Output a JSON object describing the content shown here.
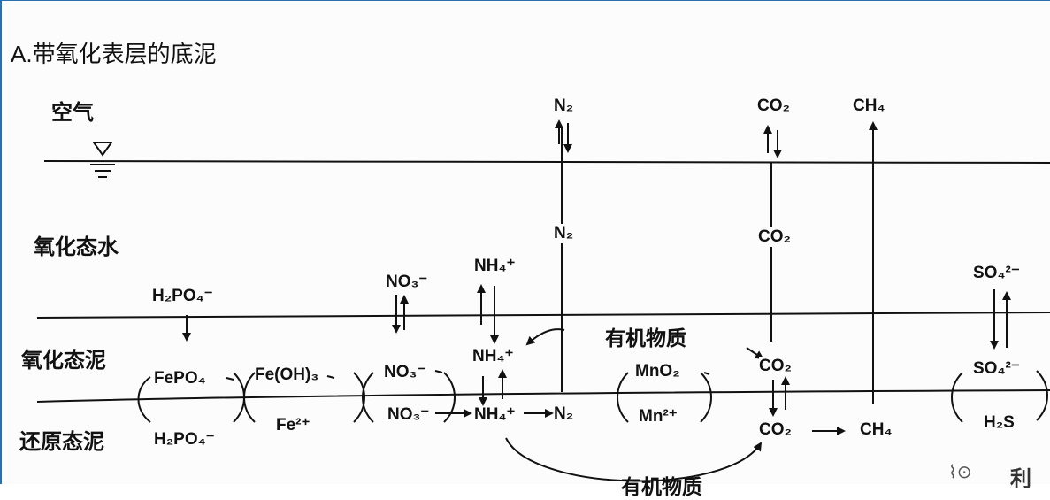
{
  "title": "A.带氧化表层的底泥",
  "zones": {
    "air": "空气",
    "oxidized_water": "氧化态水",
    "oxidized_mud": "氧化态泥",
    "reduced_mud": "还原态泥"
  },
  "species": {
    "n2_air": "N₂",
    "co2_air": "CO₂",
    "ch4_air": "CH₄",
    "n2_water": "N₂",
    "co2_water": "CO₂",
    "h2po4_water": "H₂PO₄⁻",
    "no3_water": "NO₃⁻",
    "nh4_water": "NH₄⁺",
    "so4_water": "SO₄²⁻",
    "organic_oxidized": "有机物质",
    "fepo4": "FePO₄",
    "feoh3": "Fe(OH)₃",
    "no3_oxmud": "NO₃⁻",
    "nh4_oxmud": "NH₄⁺",
    "mno2": "MnO₂",
    "co2_oxmud": "CO₂",
    "so4_oxmud": "SO₄²⁻",
    "h2po4_reduced": "H₂PO₄⁻",
    "fe2": "Fe²⁺",
    "no3_reduced": "NO₃⁻",
    "nh4_reduced": "NH₄⁺",
    "n2_reduced": "N₂",
    "mn2": "Mn²⁺",
    "co2_reduced": "CO₂",
    "ch4_reduced": "CH₄",
    "h2s": "H₂S",
    "organic_reduced": "有机物质"
  },
  "watermark": "利"
}
